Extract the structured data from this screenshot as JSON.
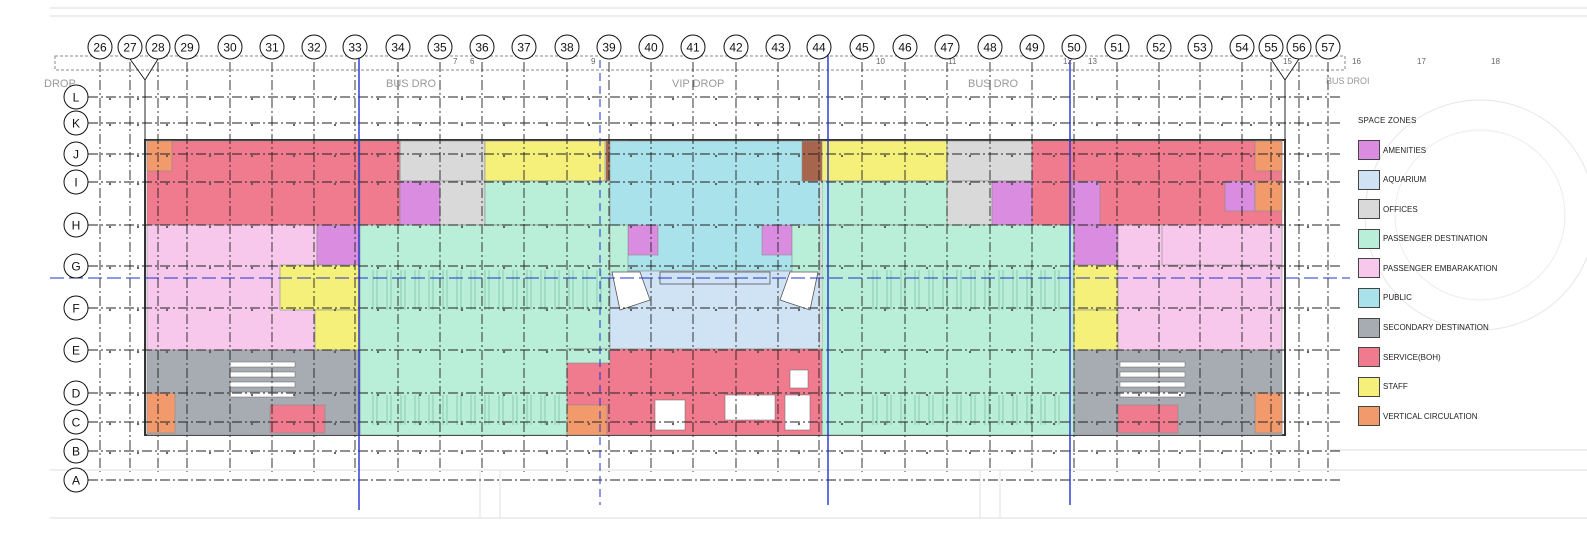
{
  "plan": {
    "column_bubbles": [
      "26",
      "27",
      "28",
      "29",
      "30",
      "31",
      "32",
      "33",
      "34",
      "35",
      "36",
      "37",
      "38",
      "39",
      "40",
      "41",
      "42",
      "43",
      "44",
      "45",
      "46",
      "47",
      "48",
      "49",
      "50",
      "51",
      "52",
      "53",
      "54",
      "55",
      "56",
      "57"
    ],
    "row_bubbles": [
      "L",
      "K",
      "J",
      "I",
      "H",
      "G",
      "F",
      "E",
      "D",
      "C",
      "B",
      "A"
    ],
    "secondary_grid_numbers": [
      "6",
      "7",
      "9",
      "10",
      "11",
      "12",
      "13",
      "15",
      "16",
      "17",
      "18"
    ],
    "drop_labels": [
      "DROP",
      "BUS DRO",
      "VIP DROP",
      "BUS DRO",
      "BUS DROI"
    ]
  },
  "legend": {
    "title": "SPACE ZONES",
    "items": [
      {
        "label": "AMENITIES",
        "color": "#d98ce0"
      },
      {
        "label": "AQUARIUM",
        "color": "#cfe3f5"
      },
      {
        "label": "OFFICES",
        "color": "#d9d9d9"
      },
      {
        "label": "PASSENGER DESTINATION",
        "color": "#b9efd9"
      },
      {
        "label": "PASSENGER EMBARAKATION",
        "color": "#f7c8ec"
      },
      {
        "label": "PUBLIC",
        "color": "#a9e2ea"
      },
      {
        "label": "SECONDARY DESTINATION",
        "color": "#a7abb2"
      },
      {
        "label": "SERVICE(BOH)",
        "color": "#f07a8e"
      },
      {
        "label": "STAFF",
        "color": "#f5f07a"
      },
      {
        "label": "VERTICAL CIRCULATION",
        "color": "#f29a6c"
      }
    ]
  }
}
